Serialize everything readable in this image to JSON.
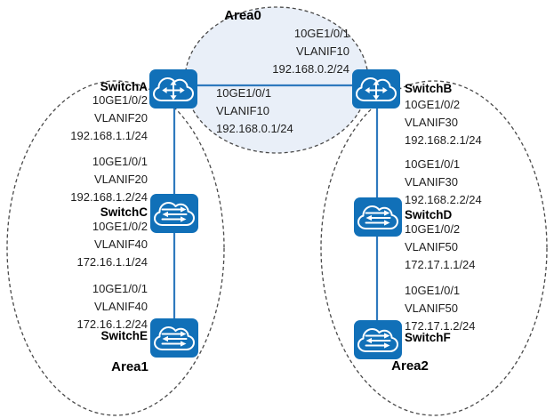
{
  "title": "OSPF multi-area network topology",
  "colors": {
    "accent": "#1170B8",
    "link": "#2E79BE",
    "area0_fill": "#E9EFF8",
    "dash": "#4A4A4A",
    "text": "#1F1F1F"
  },
  "areas": {
    "area0": "Area0",
    "area1": "Area1",
    "area2": "Area2"
  },
  "switches": {
    "a": "SwitchA",
    "b": "SwitchB",
    "c": "SwitchC",
    "d": "SwitchD",
    "e": "SwitchE",
    "f": "SwitchF"
  },
  "interfaces": {
    "b_to_a": [
      "10GE1/0/1",
      "VLANIF10",
      "192.168.0.2/24"
    ],
    "a_to_b": [
      "10GE1/0/1",
      "VLANIF10",
      "192.168.0.1/24"
    ],
    "a_to_c": [
      "10GE1/0/2",
      "VLANIF20",
      "192.168.1.1/24"
    ],
    "c_to_a": [
      "10GE1/0/1",
      "VLANIF20",
      "192.168.1.2/24"
    ],
    "c_to_e": [
      "10GE1/0/2",
      "VLANIF40",
      "172.16.1.1/24"
    ],
    "e_to_c": [
      "10GE1/0/1",
      "VLANIF40",
      "172.16.1.2/24"
    ],
    "b_to_d": [
      "10GE1/0/2",
      "VLANIF30",
      "192.168.2.1/24"
    ],
    "d_to_b": [
      "10GE1/0/1",
      "VLANIF30",
      "192.168.2.2/24"
    ],
    "d_to_f": [
      "10GE1/0/2",
      "VLANIF50",
      "172.17.1.1/24"
    ],
    "f_to_d": [
      "10GE1/0/1",
      "VLANIF50",
      "172.17.1.2/24"
    ]
  }
}
